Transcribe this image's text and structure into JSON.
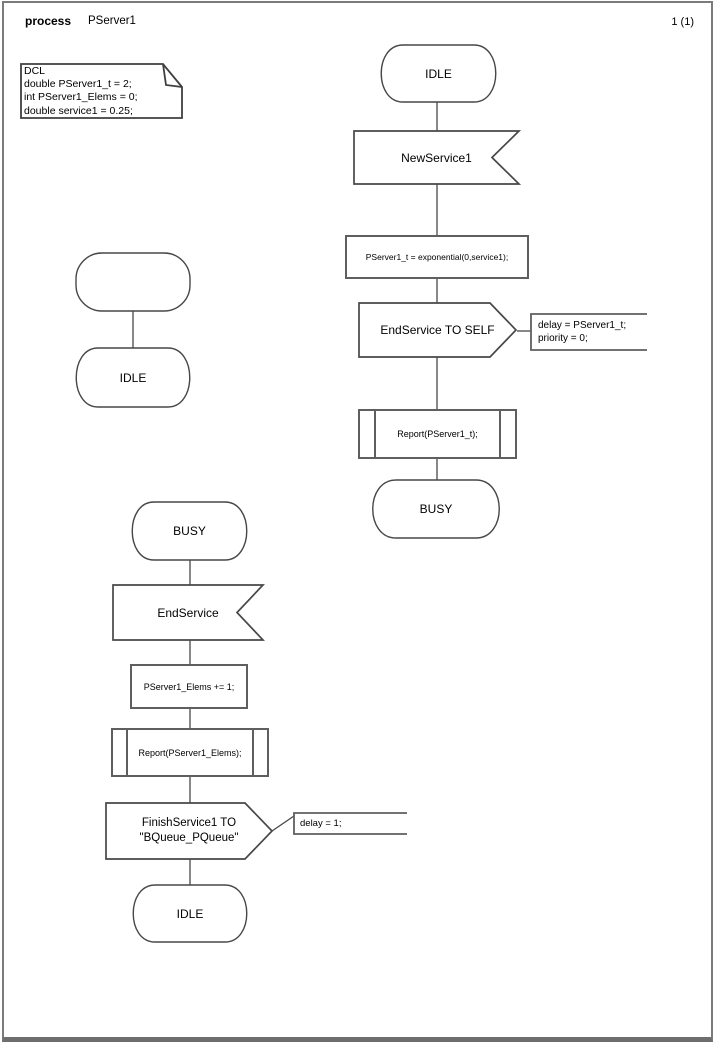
{
  "page": {
    "kind_label": "process",
    "process_name": "PServer1",
    "page_number": "1 (1)"
  },
  "declaration_note": {
    "line1": "DCL",
    "line2": "double PServer1_t = 2;",
    "line3": "int PServer1_Elems = 0;",
    "line4": "double service1 = 0.25;"
  },
  "start_flow": {
    "state": "IDLE"
  },
  "idle_flow": {
    "from_state": "IDLE",
    "input_signal": "NewService1",
    "task": "PServer1_t = exponential(0,service1);",
    "output_signal": "EndService TO SELF",
    "output_comment_line1": "delay = PServer1_t;",
    "output_comment_line2": "priority = 0;",
    "procedure_call": "Report(PServer1_t);",
    "next_state": "BUSY"
  },
  "busy_flow": {
    "from_state": "BUSY",
    "input_signal": "EndService",
    "task": "PServer1_Elems += 1;",
    "procedure_call": "Report(PServer1_Elems);",
    "output_signal_line1": "FinishService1 TO",
    "output_signal_line2": "\"BQueue_PQueue\"",
    "output_comment_line1": "delay = 1;",
    "next_state": "IDLE"
  },
  "colors": {
    "diagram_stroke": "#474747",
    "task_stroke": "#5f5f5f",
    "page_border": "#7b7b7b",
    "text": "#000000",
    "background": "#ffffff"
  }
}
